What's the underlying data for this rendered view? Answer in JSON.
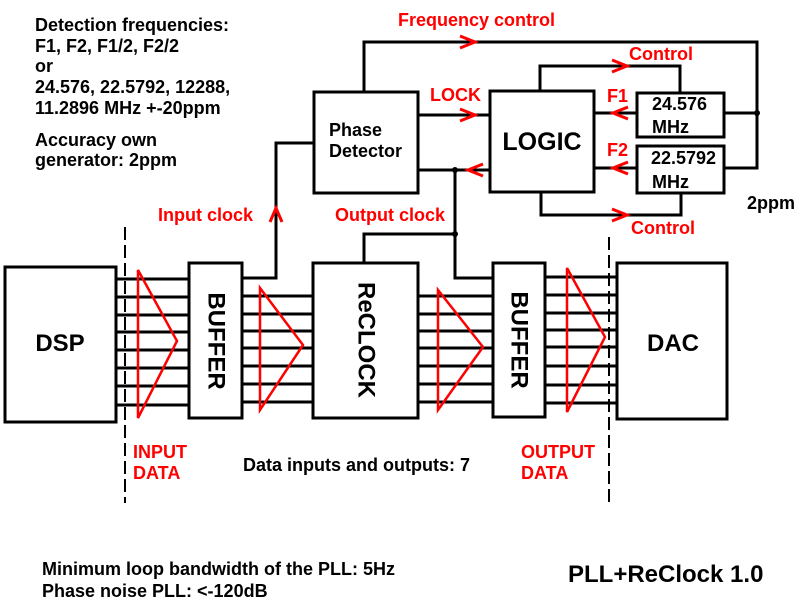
{
  "notes": {
    "detection_lines": [
      "Detection frequencies:",
      "F1, F2, F1/2, F2/2",
      "or",
      "24.576, 22.5792, 12288,",
      "11.2896 MHz +-20ppm"
    ],
    "accuracy_lines": [
      "Accuracy own",
      "generator: 2ppm"
    ],
    "oscillator_accuracy": "2ppm",
    "data_io": "Data inputs and outputs: 7",
    "footer_lines": [
      "Minimum loop bandwidth of the PLL: 5Hz",
      "Phase noise PLL: <-120dB"
    ],
    "title": "PLL+ReClock 1.0"
  },
  "blocks": {
    "phase_detector": [
      "Phase",
      "Detector"
    ],
    "logic": "LOGIC",
    "oscillator_1": [
      "24.576",
      "MHz"
    ],
    "oscillator_2": [
      "22.5792",
      "MHz"
    ],
    "dsp": "DSP",
    "input_buffer": "BUFFER",
    "reclock": "ReCLOCK",
    "output_buffer": "BUFFER",
    "dac": "DAC"
  },
  "signals": {
    "frequency_control": "Frequency control",
    "control_top": "Control",
    "control_bottom": "Control",
    "lock": "LOCK",
    "f1": "F1",
    "f2": "F2",
    "input_clock": "Input clock",
    "output_clock": "Output clock",
    "input_data": [
      "INPUT",
      "DATA"
    ],
    "output_data": [
      "OUTPUT",
      "DATA"
    ]
  },
  "colors": {
    "signal": "#ff0000",
    "line": "#000000",
    "background": "#ffffff"
  }
}
